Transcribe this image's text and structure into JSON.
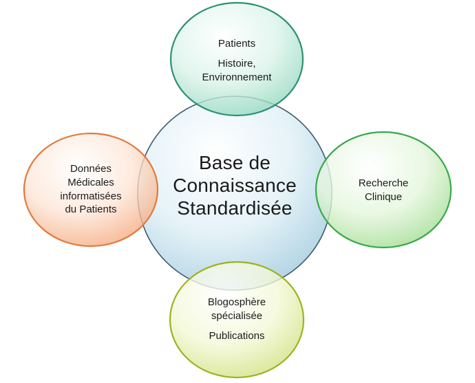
{
  "center": {
    "lines": [
      "Base de",
      "Connaissance",
      "Standardisée"
    ],
    "fill": "#d6eaf2",
    "stroke": "#3c5a6e"
  },
  "top": {
    "line1": "Patients",
    "line2": "Histoire,",
    "line3": "Environnement",
    "fill": "#d5f1e6",
    "stroke": "#2d8f73"
  },
  "right": {
    "lines": [
      "Recherche",
      "Clinique"
    ],
    "fill": "#dff5d6",
    "stroke": "#38a84a"
  },
  "bottom": {
    "line1": "Blogosphère",
    "line2": "spécialisée",
    "line3": "Publications",
    "fill": "#f1f6cf",
    "stroke": "#9cb220"
  },
  "left": {
    "lines": [
      "Données",
      "Médicales",
      "informatisées",
      "du Patients"
    ],
    "fill": "#fbe0cf",
    "stroke": "#e07a3e"
  }
}
